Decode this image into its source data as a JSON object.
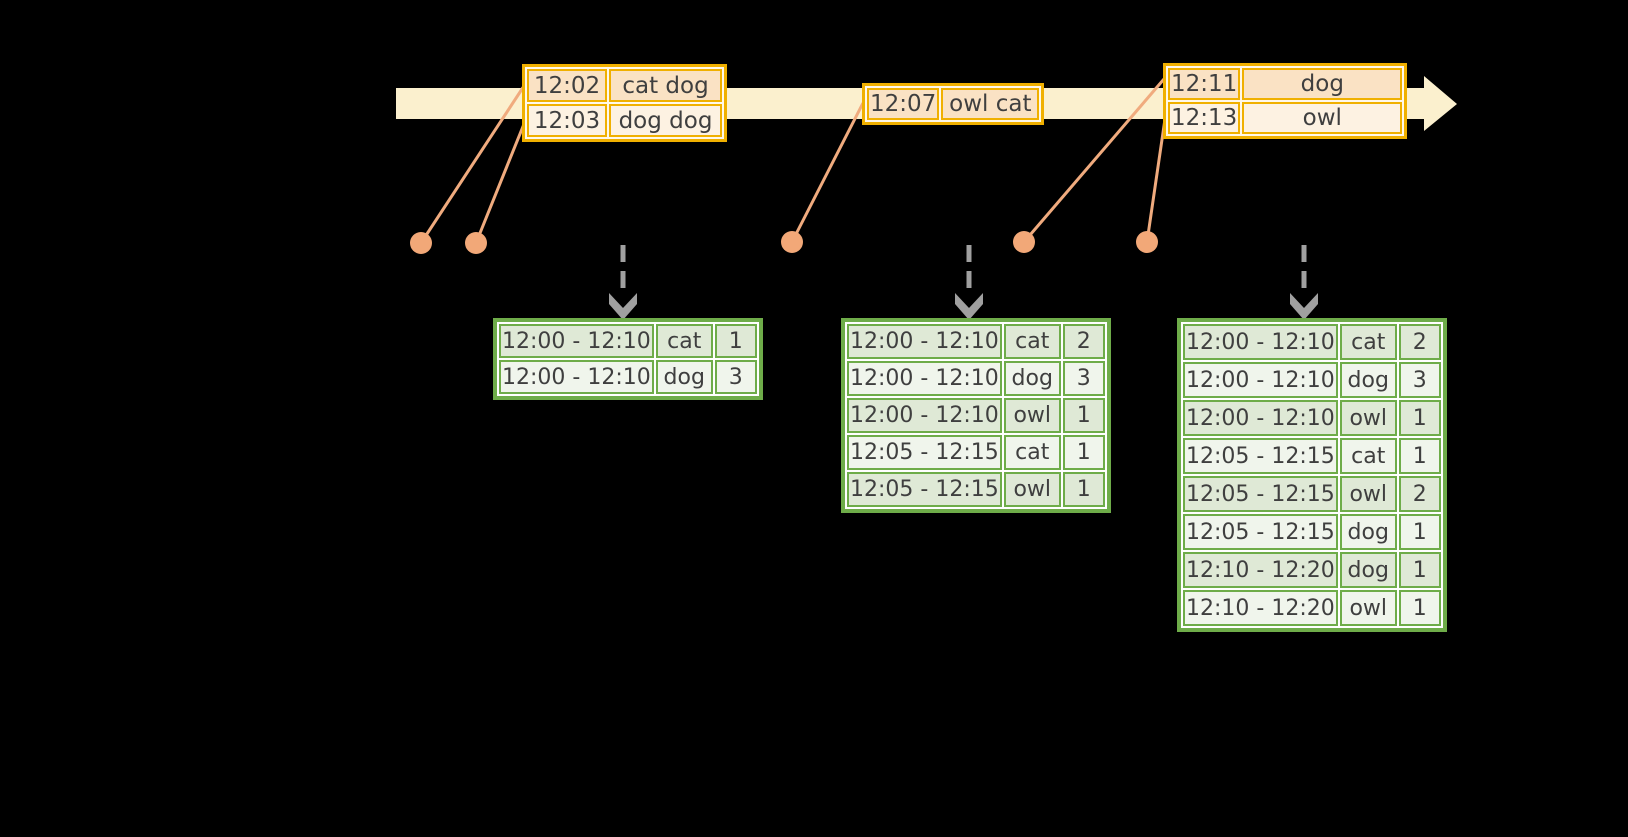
{
  "colors": {
    "background": "#000000",
    "timeline": "#fbf0ce",
    "event_border": "#f0b000",
    "event_row_peach": "#fae2c4",
    "event_row_cream": "#fdf2e2",
    "result_border": "#6eac49",
    "result_row_green": "#dfe9d6",
    "result_row_light": "#f0f5ec",
    "connector": "#f0ab7e",
    "connector_dot": "#f2a878",
    "trigger_arrow": "#a0a0a0",
    "text": "#3f3f3f"
  },
  "event_tables": [
    {
      "rows": [
        [
          "12:02",
          "cat dog"
        ],
        [
          "12:03",
          "dog dog"
        ]
      ]
    },
    {
      "rows": [
        [
          "12:07",
          "owl cat"
        ]
      ]
    },
    {
      "rows": [
        [
          "12:11",
          "dog"
        ],
        [
          "12:13",
          "owl"
        ]
      ]
    }
  ],
  "result_tables": [
    {
      "rows": [
        [
          "12:00 - 12:10",
          "cat",
          "1"
        ],
        [
          "12:00 - 12:10",
          "dog",
          "3"
        ]
      ]
    },
    {
      "rows": [
        [
          "12:00 - 12:10",
          "cat",
          "2"
        ],
        [
          "12:00 - 12:10",
          "dog",
          "3"
        ],
        [
          "12:00 - 12:10",
          "owl",
          "1"
        ],
        [
          "12:05 - 12:15",
          "cat",
          "1"
        ],
        [
          "12:05 - 12:15",
          "owl",
          "1"
        ]
      ]
    },
    {
      "rows": [
        [
          "12:00 - 12:10",
          "cat",
          "2"
        ],
        [
          "12:00 - 12:10",
          "dog",
          "3"
        ],
        [
          "12:00 - 12:10",
          "owl",
          "1"
        ],
        [
          "12:05 - 12:15",
          "cat",
          "1"
        ],
        [
          "12:05 - 12:15",
          "owl",
          "2"
        ],
        [
          "12:05 - 12:15",
          "dog",
          "1"
        ],
        [
          "12:10 - 12:20",
          "dog",
          "1"
        ],
        [
          "12:10 - 12:20",
          "owl",
          "1"
        ]
      ]
    }
  ]
}
